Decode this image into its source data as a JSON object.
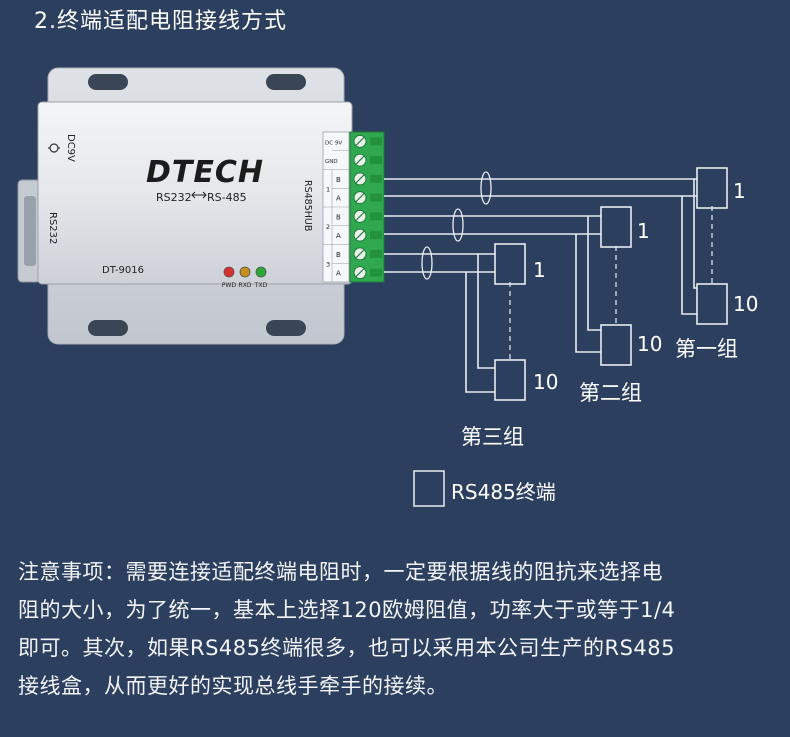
{
  "heading": "2.终端适配电阻接线方式",
  "device": {
    "brand": "DTECH",
    "conversion_left": "RS232",
    "conversion_right": "RS-485",
    "model": "DT-9016",
    "power_label": "DC9V",
    "port_label": "RS232",
    "hub_label": "RS485HUB",
    "leds": [
      {
        "label": "PWD",
        "color": "#d8302d"
      },
      {
        "label": "RXD",
        "color": "#c68f1c"
      },
      {
        "label": "TXD",
        "color": "#2aa838"
      }
    ],
    "terminal_rows": [
      "DC 9V",
      "GND",
      "B",
      "A",
      "B",
      "A",
      "B",
      "A"
    ],
    "channels": [
      "1",
      "2",
      "3"
    ]
  },
  "groups": [
    {
      "name": "第一组",
      "near_label": "1",
      "far_label": "10"
    },
    {
      "name": "第二组",
      "near_label": "1",
      "far_label": "10"
    },
    {
      "name": "第三组",
      "near_label": "1",
      "far_label": "10"
    }
  ],
  "legend": {
    "label": "RS485终端"
  },
  "notes": {
    "lines": [
      "注意事项：需要连接适配终端电阻时，一定要根据线的阻抗来选择电",
      "阻的大小，为了统一，基本上选择120欧姆阻值，功率大于或等于1/4",
      "即可。其次，如果RS485终端很多，也可以采用本公司生产的RS485",
      "接线盒，从而更好的实现总线手牵手的接续。"
    ]
  },
  "colors": {
    "background": "#2d3f5e",
    "line": "#e8ecf2",
    "terminal": "#2fa84f",
    "device_body": "#e4e7ec"
  }
}
